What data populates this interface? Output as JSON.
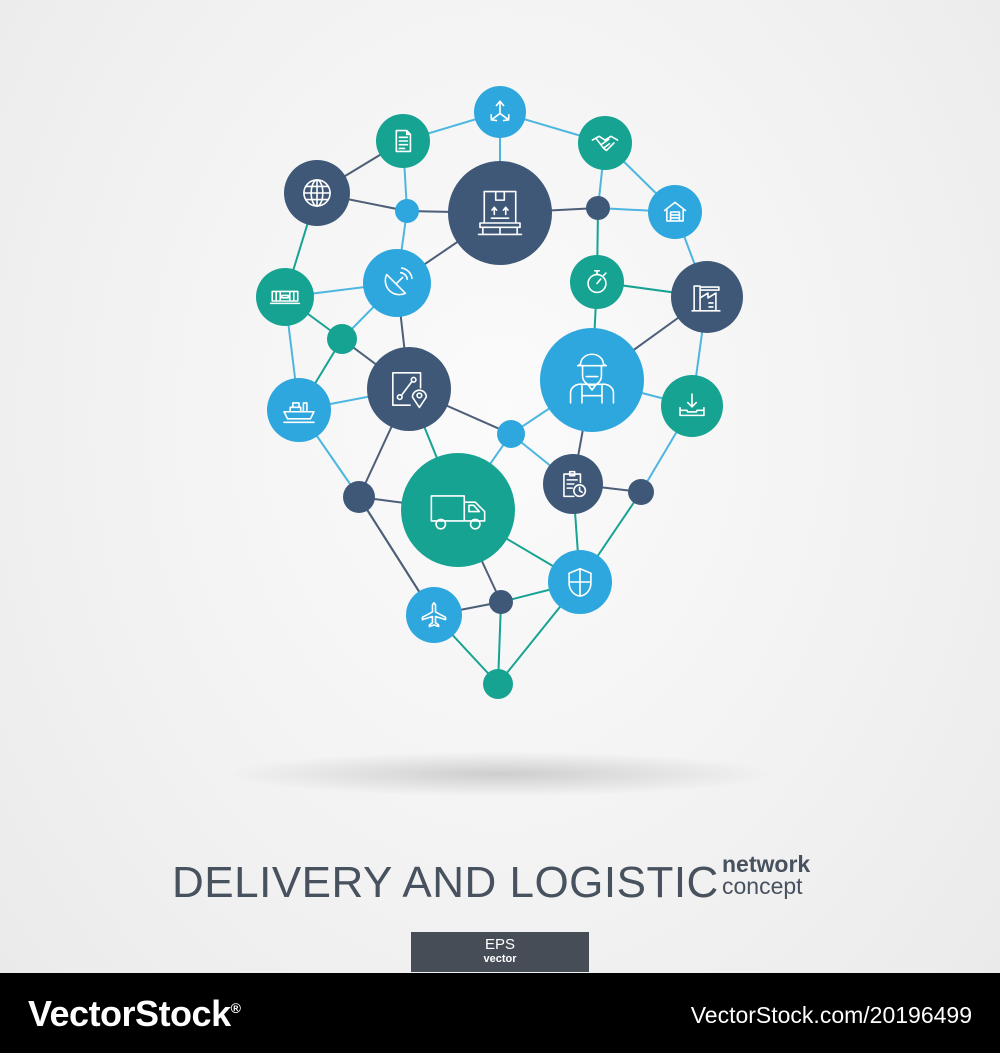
{
  "colors": {
    "teal": "#16a392",
    "blue": "#2ea7de",
    "navy": "#3f5878",
    "line_teal": "#16a392",
    "line_blue": "#4db6e0",
    "line_navy": "#4c5e78",
    "text": "#47525e",
    "footer_bg": "#000000"
  },
  "nodes": [
    {
      "id": "arrows",
      "icon": "directions-icon",
      "color": "blue",
      "size": "small"
    },
    {
      "id": "document",
      "icon": "document-icon",
      "color": "teal",
      "size": "small"
    },
    {
      "id": "handshake",
      "icon": "handshake-icon",
      "color": "teal",
      "size": "small"
    },
    {
      "id": "globe",
      "icon": "globe-icon",
      "color": "navy",
      "size": "medium"
    },
    {
      "id": "box",
      "icon": "package-box-icon",
      "color": "navy",
      "size": "large"
    },
    {
      "id": "warehouse",
      "icon": "warehouse-icon",
      "color": "blue",
      "size": "small"
    },
    {
      "id": "dot_blue_top",
      "icon": "",
      "color": "blue",
      "size": "dot"
    },
    {
      "id": "dot_navy_top",
      "icon": "",
      "color": "navy",
      "size": "dot"
    },
    {
      "id": "container",
      "icon": "freight-container-icon",
      "color": "teal",
      "size": "small"
    },
    {
      "id": "satellite",
      "icon": "satellite-dish-icon",
      "color": "blue",
      "size": "medium"
    },
    {
      "id": "stopwatch",
      "icon": "stopwatch-icon",
      "color": "teal",
      "size": "small"
    },
    {
      "id": "factory",
      "icon": "factory-icon",
      "color": "navy",
      "size": "small"
    },
    {
      "id": "dot_teal_left",
      "icon": "",
      "color": "teal",
      "size": "dot"
    },
    {
      "id": "courier",
      "icon": "courier-person-icon",
      "color": "blue",
      "size": "large"
    },
    {
      "id": "route",
      "icon": "route-map-pin-icon",
      "color": "navy",
      "size": "medium"
    },
    {
      "id": "ship",
      "icon": "cargo-ship-icon",
      "color": "blue",
      "size": "small"
    },
    {
      "id": "download",
      "icon": "inbox-download-icon",
      "color": "teal",
      "size": "small"
    },
    {
      "id": "dot_blue_mid",
      "icon": "",
      "color": "blue",
      "size": "dot"
    },
    {
      "id": "truck",
      "icon": "delivery-truck-icon",
      "color": "teal",
      "size": "large"
    },
    {
      "id": "clipboard",
      "icon": "clipboard-time-icon",
      "color": "navy",
      "size": "small"
    },
    {
      "id": "dot_navy_left",
      "icon": "",
      "color": "navy",
      "size": "dot"
    },
    {
      "id": "dot_navy_right",
      "icon": "",
      "color": "navy",
      "size": "dot"
    },
    {
      "id": "shield",
      "icon": "shield-icon",
      "color": "blue",
      "size": "small"
    },
    {
      "id": "plane",
      "icon": "airplane-icon",
      "color": "blue",
      "size": "small"
    },
    {
      "id": "dot_navy_bottom",
      "icon": "",
      "color": "navy",
      "size": "dot"
    },
    {
      "id": "dot_teal_tip",
      "icon": "",
      "color": "teal",
      "size": "dot"
    }
  ],
  "edges": [
    [
      "document",
      "arrows",
      "blue"
    ],
    [
      "arrows",
      "handshake",
      "blue"
    ],
    [
      "handshake",
      "warehouse",
      "blue"
    ],
    [
      "warehouse",
      "factory",
      "blue"
    ],
    [
      "factory",
      "download",
      "blue"
    ],
    [
      "download",
      "dot_navy_right",
      "blue"
    ],
    [
      "dot_navy_right",
      "shield",
      "teal"
    ],
    [
      "shield",
      "dot_teal_tip",
      "teal"
    ],
    [
      "dot_teal_tip",
      "dot_navy_bottom",
      "teal"
    ],
    [
      "dot_teal_tip",
      "plane",
      "teal"
    ],
    [
      "plane",
      "dot_navy_left",
      "navy"
    ],
    [
      "dot_navy_left",
      "ship",
      "blue"
    ],
    [
      "ship",
      "container",
      "blue"
    ],
    [
      "container",
      "globe",
      "teal"
    ],
    [
      "globe",
      "document",
      "navy"
    ],
    [
      "document",
      "dot_blue_top",
      "blue"
    ],
    [
      "globe",
      "dot_blue_top",
      "navy"
    ],
    [
      "dot_blue_top",
      "box",
      "navy"
    ],
    [
      "dot_blue_top",
      "satellite",
      "blue"
    ],
    [
      "box",
      "satellite",
      "navy"
    ],
    [
      "arrows",
      "box",
      "blue"
    ],
    [
      "box",
      "dot_navy_top",
      "navy"
    ],
    [
      "dot_navy_top",
      "handshake",
      "blue"
    ],
    [
      "dot_navy_top",
      "warehouse",
      "blue"
    ],
    [
      "dot_navy_top",
      "stopwatch",
      "teal"
    ],
    [
      "stopwatch",
      "factory",
      "teal"
    ],
    [
      "stopwatch",
      "courier",
      "teal"
    ],
    [
      "satellite",
      "container",
      "blue"
    ],
    [
      "satellite",
      "dot_teal_left",
      "blue"
    ],
    [
      "container",
      "dot_teal_left",
      "teal"
    ],
    [
      "dot_teal_left",
      "ship",
      "teal"
    ],
    [
      "dot_teal_left",
      "route",
      "navy"
    ],
    [
      "route",
      "satellite",
      "navy"
    ],
    [
      "ship",
      "route",
      "blue"
    ],
    [
      "route",
      "dot_blue_mid",
      "navy"
    ],
    [
      "route",
      "truck",
      "teal"
    ],
    [
      "dot_navy_left",
      "route",
      "navy"
    ],
    [
      "dot_navy_left",
      "truck",
      "navy"
    ],
    [
      "courier",
      "factory",
      "navy"
    ],
    [
      "courier",
      "dot_blue_mid",
      "blue"
    ],
    [
      "courier",
      "download",
      "blue"
    ],
    [
      "courier",
      "clipboard",
      "navy"
    ],
    [
      "dot_blue_mid",
      "truck",
      "blue"
    ],
    [
      "dot_blue_mid",
      "clipboard",
      "blue"
    ],
    [
      "clipboard",
      "shield",
      "teal"
    ],
    [
      "clipboard",
      "dot_navy_right",
      "navy"
    ],
    [
      "truck",
      "shield",
      "teal"
    ],
    [
      "truck",
      "dot_navy_bottom",
      "navy"
    ],
    [
      "dot_navy_bottom",
      "plane",
      "navy"
    ],
    [
      "dot_navy_bottom",
      "shield",
      "teal"
    ],
    [
      "dot_navy_left",
      "plane",
      "navy"
    ]
  ],
  "title": {
    "main": "DELIVERY AND LOGISTIC",
    "sub1": "network",
    "sub2": "concept"
  },
  "badge": {
    "line1": "EPS",
    "line2": "vector"
  },
  "footer": {
    "brand": "VectorStock",
    "brand_mark": "®",
    "image_url": "VectorStock.com/20196499"
  }
}
